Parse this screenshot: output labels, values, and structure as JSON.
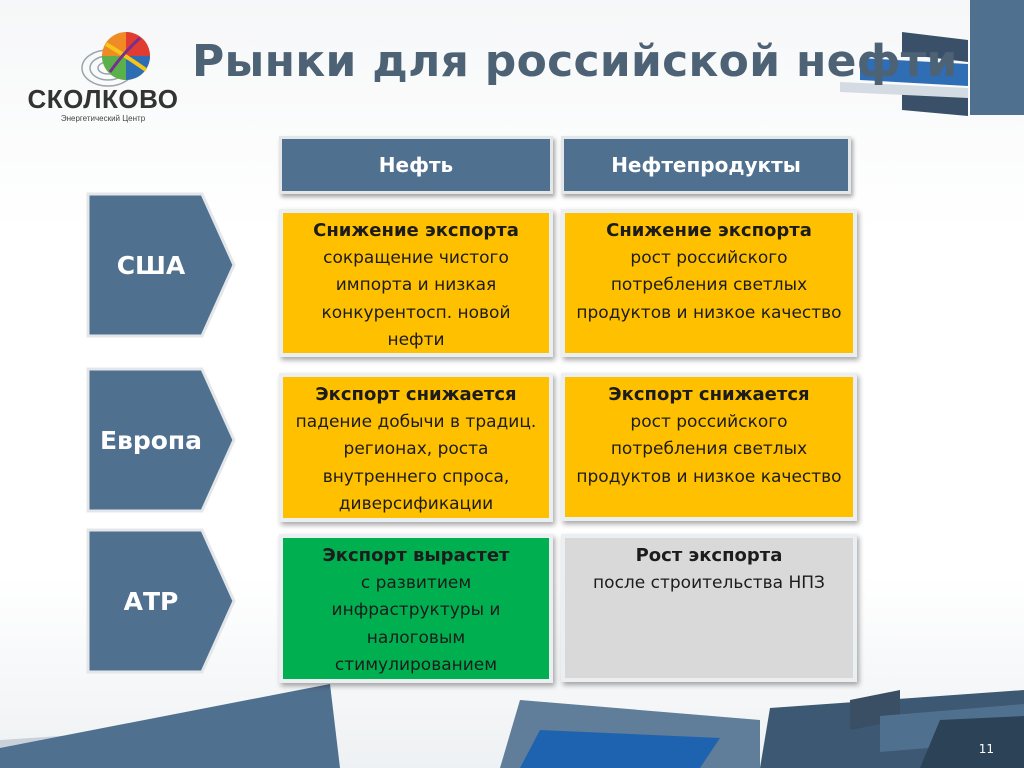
{
  "logo": {
    "name": "СКОЛКОВО",
    "subtitle": "Энергетический Центр"
  },
  "title": "Рынки для российской нефти",
  "columns": [
    {
      "label": "Нефть"
    },
    {
      "label": "Нефтепродукты"
    }
  ],
  "rows": [
    {
      "region": "США",
      "cells": [
        {
          "head": "Снижение экспорта",
          "body": "сокращение чистого импорта и низкая конкурентосп. новой нефти",
          "color": "#ffc000"
        },
        {
          "head": "Снижение экспорта",
          "body": "рост российского потребления светлых продуктов и низкое качество",
          "color": "#ffc000"
        }
      ]
    },
    {
      "region": "Европа",
      "cells": [
        {
          "head": "Экспорт снижается",
          "body": "падение добычи в традиц. регионах, роста внутреннего спроса, диверсификации",
          "color": "#ffc000"
        },
        {
          "head": "Экспорт снижается",
          "body": "рост российского потребления светлых продуктов и низкое качество",
          "color": "#ffc000"
        }
      ]
    },
    {
      "region": "АТР",
      "cells": [
        {
          "head": "Экспорт вырастет",
          "body": "с развитием инфраструктуры и налоговым стимулированием",
          "color": "#00b050"
        },
        {
          "head": "Рост экспорта",
          "body": "после строительства НПЗ",
          "color": "#d9d9d9"
        }
      ]
    }
  ],
  "page_number": "11",
  "colors": {
    "header_blue": "#50708f",
    "title": "#4d6275",
    "yellow": "#ffc000",
    "green": "#00b050",
    "gray": "#d9d9d9"
  }
}
